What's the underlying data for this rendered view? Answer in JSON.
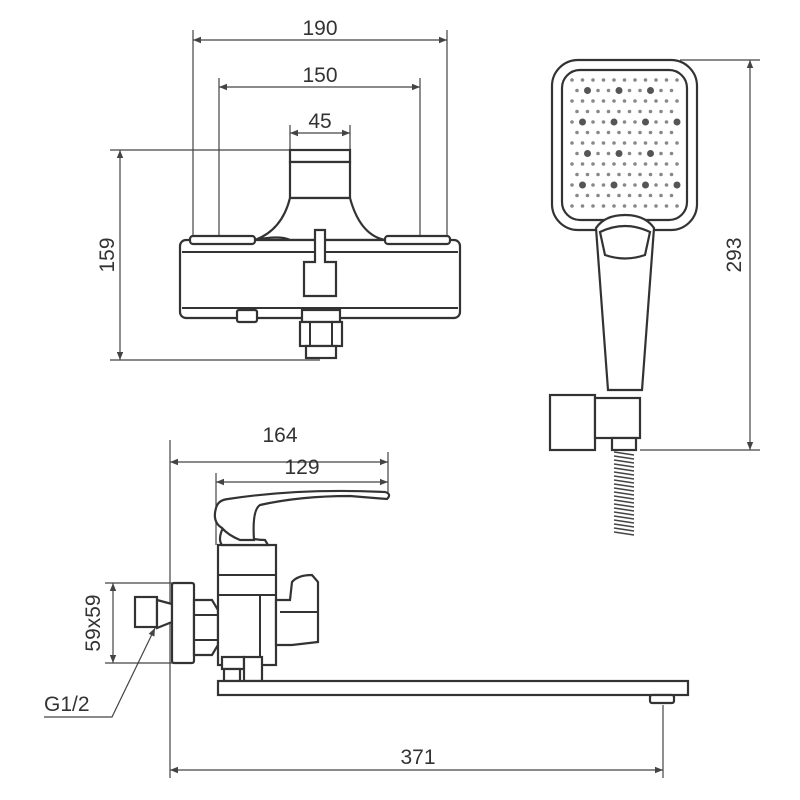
{
  "title": "Bath mixer technical drawing",
  "top_view": {
    "width_overall": "190",
    "width_inlet": "150",
    "width_center": "45",
    "height": "159"
  },
  "shower_head": {
    "length": "293"
  },
  "side_view": {
    "depth_overall": "164",
    "depth_lever": "129",
    "plate": "59x59",
    "thread": "G1/2",
    "spout_reach": "371"
  },
  "colors": {
    "line": "#333333",
    "background": "#ffffff"
  }
}
